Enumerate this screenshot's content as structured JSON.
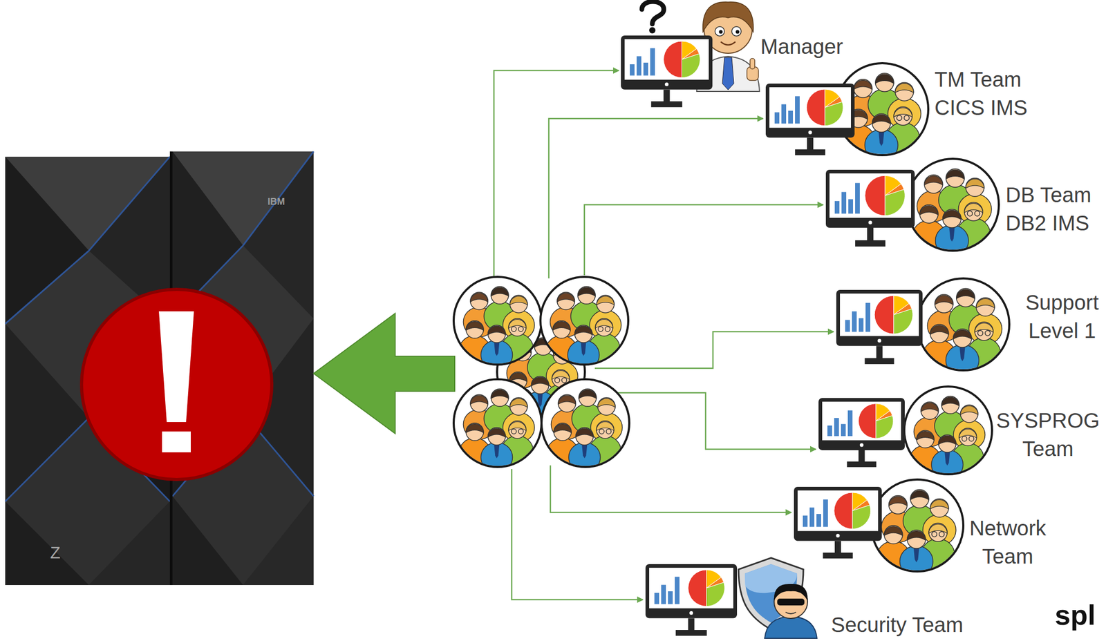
{
  "diagram": {
    "nodes": [
      {
        "text": [
          "Manager"
        ]
      },
      {
        "text": [
          "TM Team CICS IMS"
        ]
      },
      {
        "text": [
          "DB Team DB2 IMS"
        ]
      },
      {
        "text": [
          "Support Level 1"
        ]
      },
      {
        "text": [
          "SYSPROG Team"
        ]
      },
      {
        "text": [
          "Network Team"
        ]
      },
      {
        "text": [
          "Security Team"
        ]
      }
    ],
    "labels": [
      "IBM",
      "Z",
      "spl"
    ]
  }
}
